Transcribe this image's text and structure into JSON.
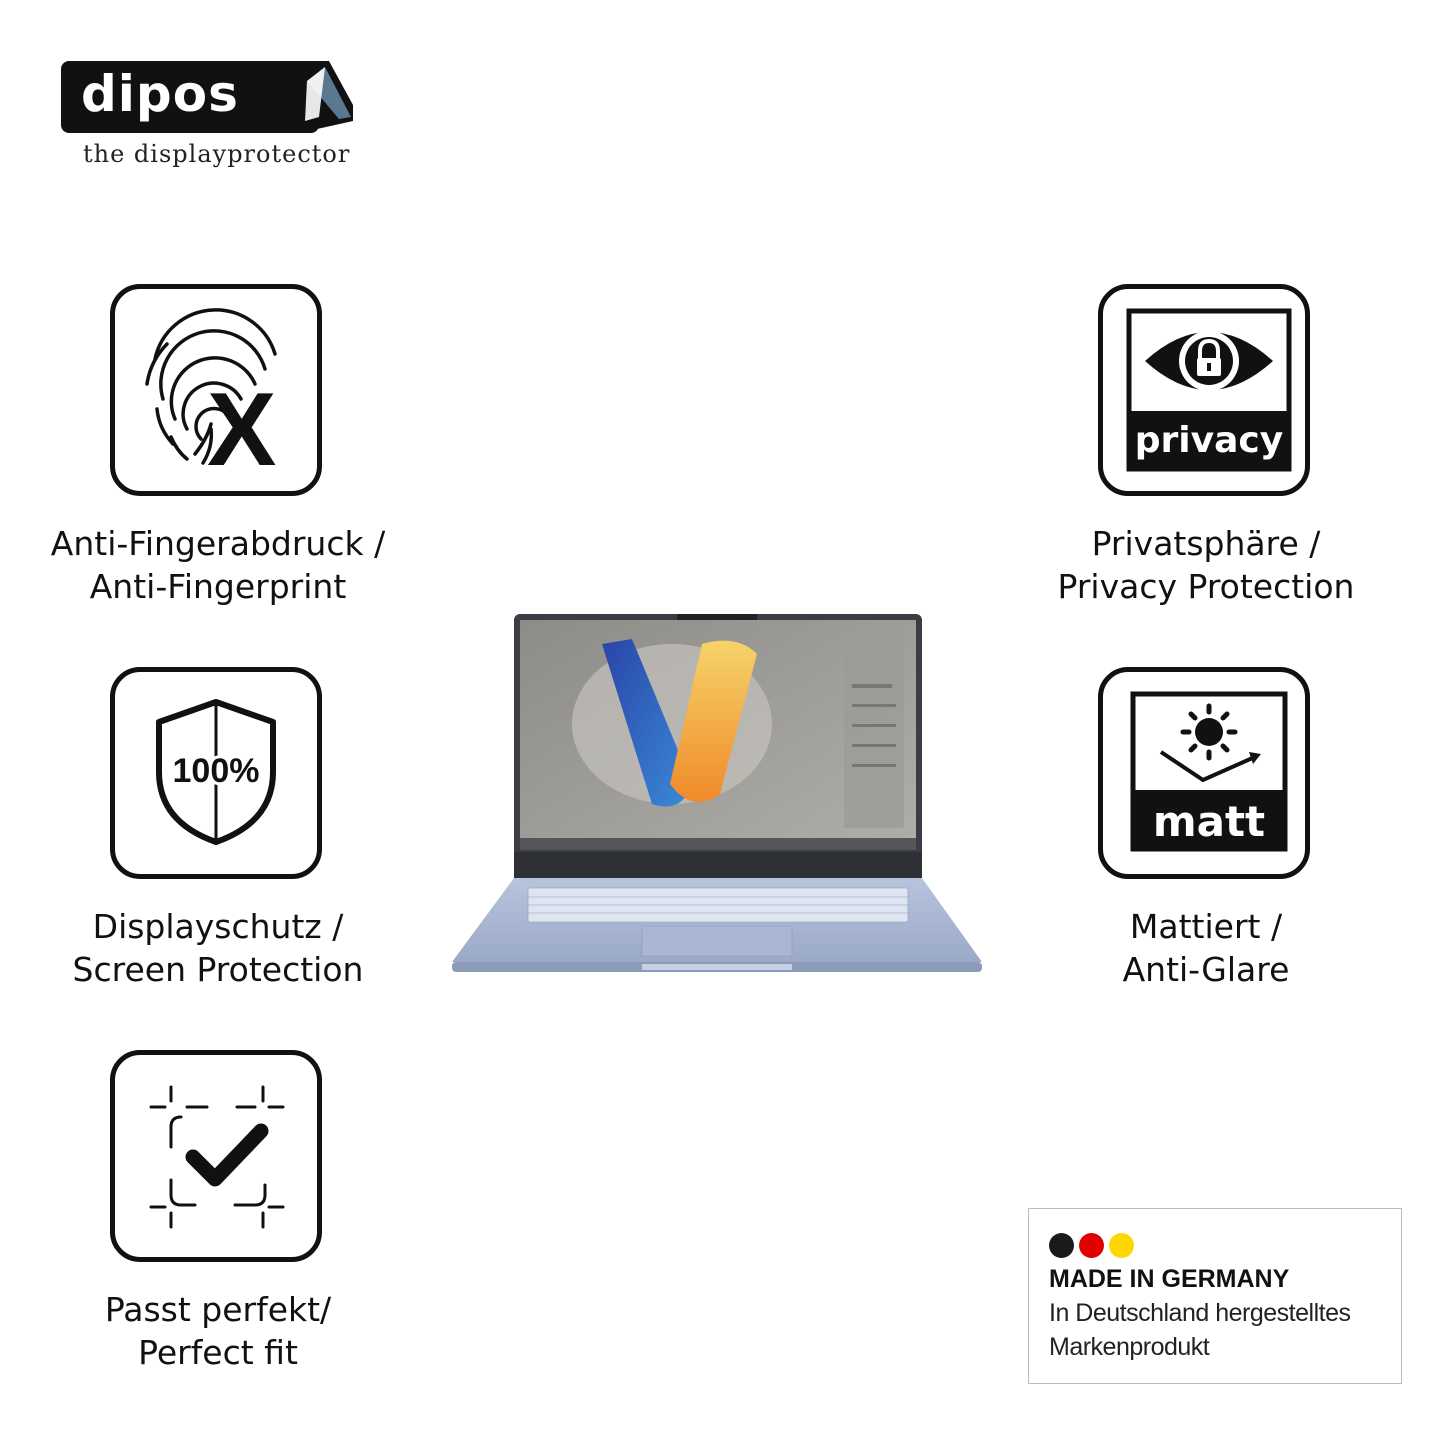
{
  "brand": {
    "logo_text": "dipos",
    "tagline": "the displayprotector"
  },
  "features": {
    "anti_fingerprint": {
      "line1": "Anti-Fingerabdruck /",
      "line2": "Anti-Fingerprint",
      "icon": "fingerprint-x-icon"
    },
    "screen_protection": {
      "line1": "Displayschutz /",
      "line2": "Screen Protection",
      "icon": "shield-100-icon",
      "badge": "100%"
    },
    "perfect_fit": {
      "line1": "Passt perfekt/",
      "line2": "Perfect fit",
      "icon": "checkmark-frame-icon"
    },
    "privacy": {
      "line1": "Privatsphäre /",
      "line2": "Privacy Protection",
      "icon": "eye-lock-icon",
      "badge": "privacy"
    },
    "matte": {
      "line1": "Mattiert /",
      "line2": "Anti-Glare",
      "icon": "sun-matte-icon",
      "badge": "matt"
    }
  },
  "made_in_germany": {
    "title": "MADE IN GERMANY",
    "line1": "In Deutschland hergestelltes",
    "line2": "Markenprodukt",
    "flag_colors": [
      "#1a1a1a",
      "#e00000",
      "#ffd700"
    ]
  },
  "colors": {
    "icon_stroke": "#111111",
    "laptop_body": "#a9b7d2"
  }
}
